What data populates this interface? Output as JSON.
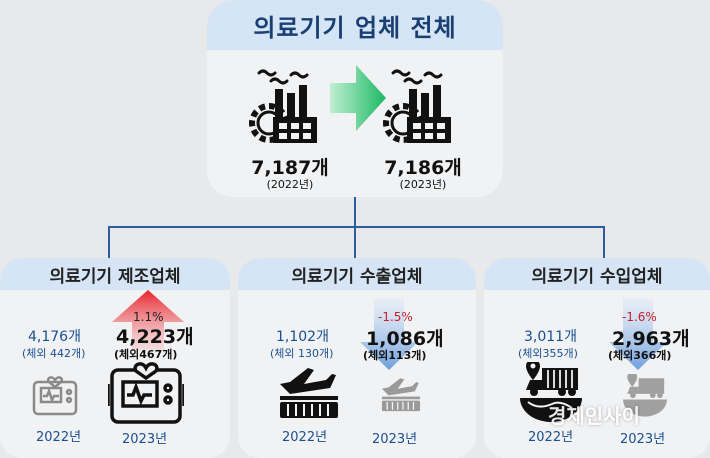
{
  "total": {
    "title": "의료기기 업체 전체",
    "y2022": {
      "count": "7,187개",
      "year": "(2022년)"
    },
    "y2023": {
      "count": "7,186개",
      "year": "(2023년)"
    }
  },
  "categories": [
    {
      "title": "의료기기 제조업체",
      "prev": {
        "count": "4,176개",
        "detail": "(체외 442개)",
        "year": "2022년"
      },
      "curr": {
        "count": "4,223개",
        "detail": "(체외467개)",
        "year": "2023년",
        "change": "1.1%"
      }
    },
    {
      "title": "의료기기 수출업체",
      "prev": {
        "count": "1,102개",
        "detail": "(체외 130개)",
        "year": "2022년"
      },
      "curr": {
        "count": "1,086개",
        "detail": "(체외113개)",
        "year": "2023년",
        "change": "-1.5%"
      }
    },
    {
      "title": "의료기기 수입업체",
      "prev": {
        "count": "3,011개",
        "detail": "(체외355개)",
        "year": "2022년"
      },
      "curr": {
        "count": "2,963개",
        "detail": "(체외366개)",
        "year": "2023년",
        "change": "-1.6%"
      }
    }
  ],
  "watermark": "경제인사이",
  "icons": [
    "factory-icon",
    "arrow-right-icon",
    "medical-device-icon",
    "up-arrow-icon",
    "down-arrow-icon",
    "airplane-icon",
    "container-icon",
    "truck-globe-icon"
  ],
  "colors": {
    "header_bg": "#d6e5f5",
    "title_blue": "#1a3f73",
    "line_blue": "#2e5c9e",
    "value_blue": "#1a4f90",
    "decrease_red": "#c8202a",
    "green_arrow": "#2ec070",
    "red_arrow": "#e8222a",
    "blue_arrow": "#7aa9e0"
  }
}
